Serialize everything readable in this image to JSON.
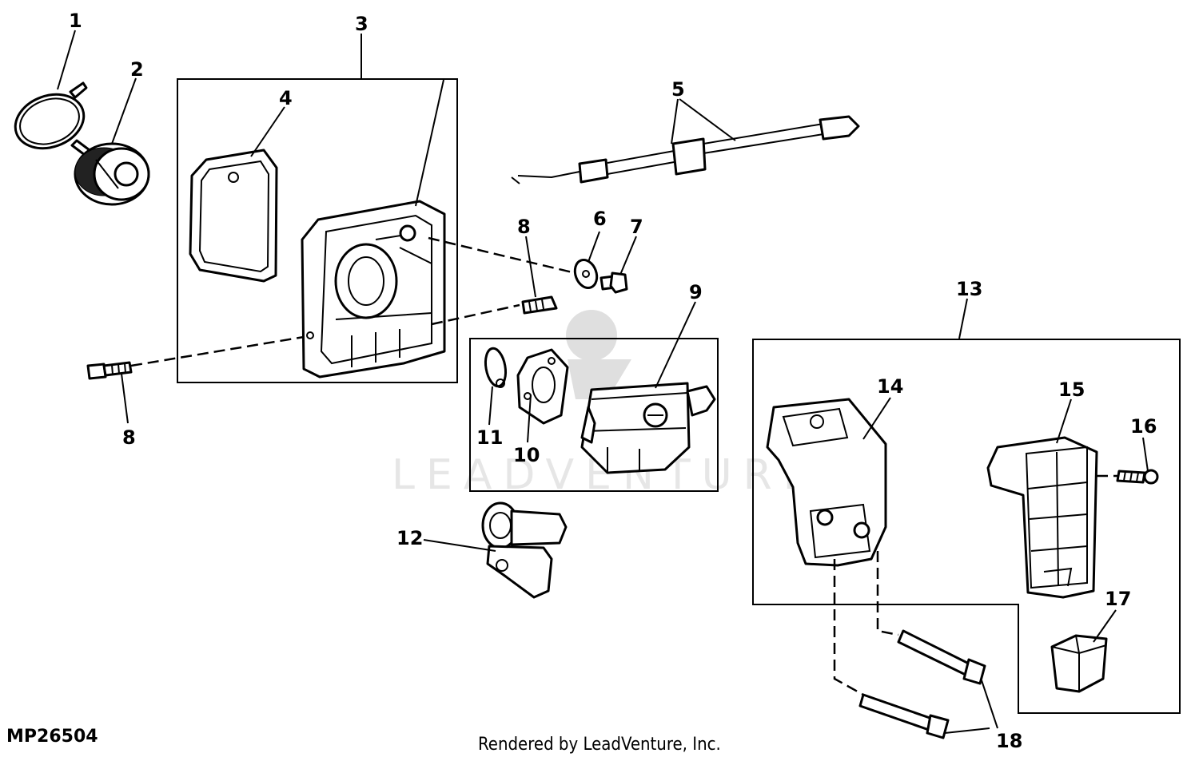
{
  "diagram_code": "MP26504",
  "credit": "Rendered by LeadVenture, Inc.",
  "watermark": "LEADVENTURE",
  "callouts": {
    "c1": "1",
    "c2": "2",
    "c3": "3",
    "c4": "4",
    "c5": "5",
    "c6": "6",
    "c7": "7",
    "c8a": "8",
    "c8b": "8",
    "c9": "9",
    "c10": "10",
    "c11": "11",
    "c12": "12",
    "c13": "13",
    "c14": "14",
    "c15": "15",
    "c16": "16",
    "c17": "17",
    "c18": "18"
  }
}
